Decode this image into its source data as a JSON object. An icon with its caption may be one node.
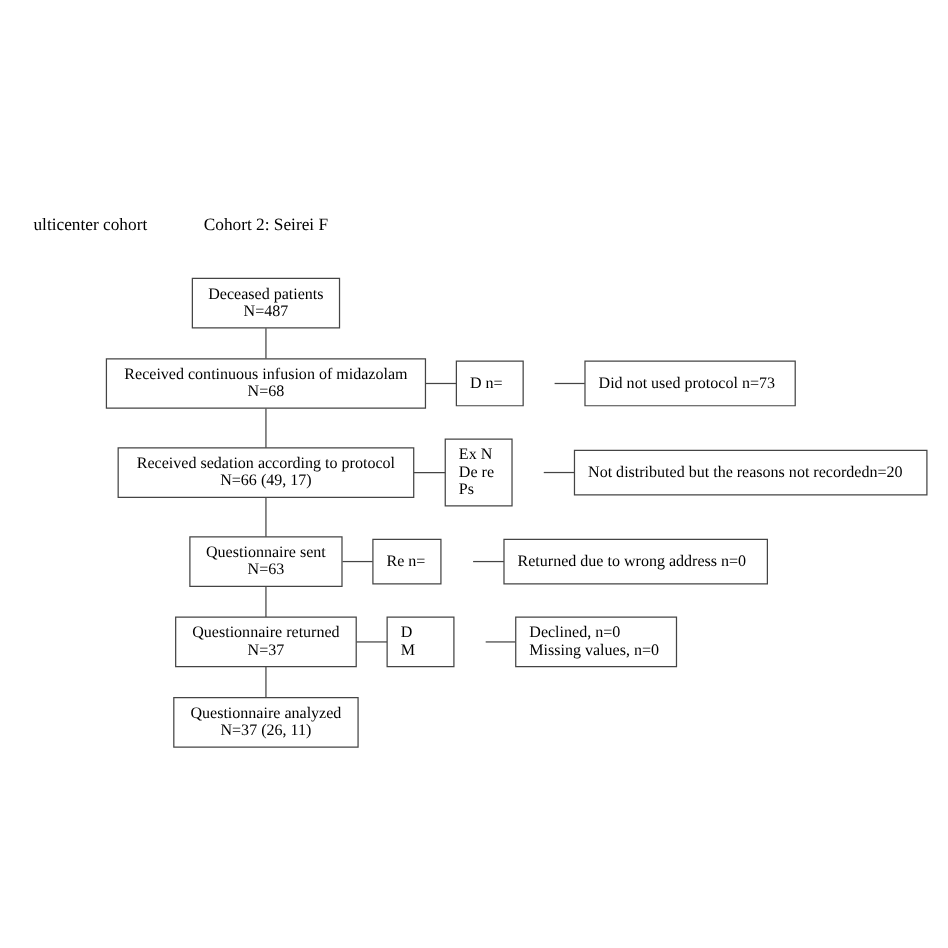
{
  "diagram": {
    "nodes": [
      {
        "text": [
          "Deceased patients",
          "N=487"
        ]
      },
      {
        "text": [
          "Received continuous infusion of midazolam",
          "N=68"
        ]
      },
      {
        "text": [
          "Received sedation according to protocol",
          "N=66 (49, 17)"
        ]
      },
      {
        "text": [
          "Questionnaire sent",
          "N=63"
        ]
      },
      {
        "text": [
          "Questionnaire returned",
          "N=37"
        ]
      },
      {
        "text": [
          "Questionnaire analyzed",
          "N=37 (26, 11)"
        ]
      },
      {
        "text": [
          "D n="
        ]
      },
      {
        "text": [
          "Ex N",
          "De re",
          "Ps"
        ]
      },
      {
        "text": [
          "Re n="
        ]
      },
      {
        "text": [
          "D",
          "M"
        ]
      },
      {
        "text": [
          "Did not used protocol n=73"
        ]
      },
      {
        "text": [
          "Not distributed but the reasons not recordedn=20"
        ]
      },
      {
        "text": [
          "Returned due to wrong address n=0"
        ]
      },
      {
        "text": [
          "Declined, n=0",
          "Missing values, n=0"
        ]
      }
    ],
    "edges": [
      {
        "from": 0,
        "to": 1,
        "arrow": "none"
      },
      {
        "from": 1,
        "to": 2,
        "arrow": "none"
      },
      {
        "from": 1,
        "to": 6,
        "arrow": "none"
      },
      {
        "from": 2,
        "to": 3,
        "arrow": "none"
      },
      {
        "from": 2,
        "to": 7,
        "arrow": "none"
      },
      {
        "from": 3,
        "to": 4,
        "arrow": "none"
      },
      {
        "from": 3,
        "to": 8,
        "arrow": "none"
      },
      {
        "from": 4,
        "to": 5,
        "arrow": "none"
      },
      {
        "from": 4,
        "to": 9,
        "arrow": "none"
      },
      {
        "from": null,
        "to": 10,
        "arrow": "none"
      },
      {
        "from": null,
        "to": 11,
        "arrow": "none"
      },
      {
        "from": null,
        "to": 12,
        "arrow": "none"
      },
      {
        "from": null,
        "to": 13,
        "arrow": "none"
      }
    ],
    "labels": [
      "ulticenter cohort",
      "Cohort 2: Seirei F"
    ]
  }
}
